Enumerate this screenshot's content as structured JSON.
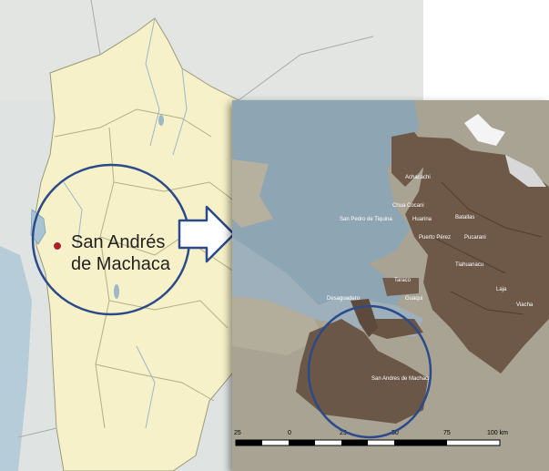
{
  "location_label": {
    "line1": "San Andrés",
    "line2": "de Machaca"
  },
  "lake_map": {
    "places": [
      "Achacachi",
      "Chua Cocani",
      "San Pedro de Tiquina",
      "Huarina",
      "Puerto Pérez",
      "Batallas",
      "Pucarani",
      "Tiahuanacu",
      "Taraco",
      "Guaqui",
      "Laja",
      "Viacha",
      "Desaguadero",
      "San Andres de Machaca"
    ],
    "scale_labels": [
      "25",
      "0",
      "25",
      "50",
      "75",
      "100 km"
    ]
  },
  "colors": {
    "water": "#a8c4d4",
    "highland": "#f6f1c8",
    "lake_water": "#8ea5b4",
    "terrain": "#6e5948",
    "highlight_circle": "#2b4a8a"
  },
  "icons": {
    "arrow": "right-arrow-icon",
    "marker": "location-dot-icon"
  }
}
